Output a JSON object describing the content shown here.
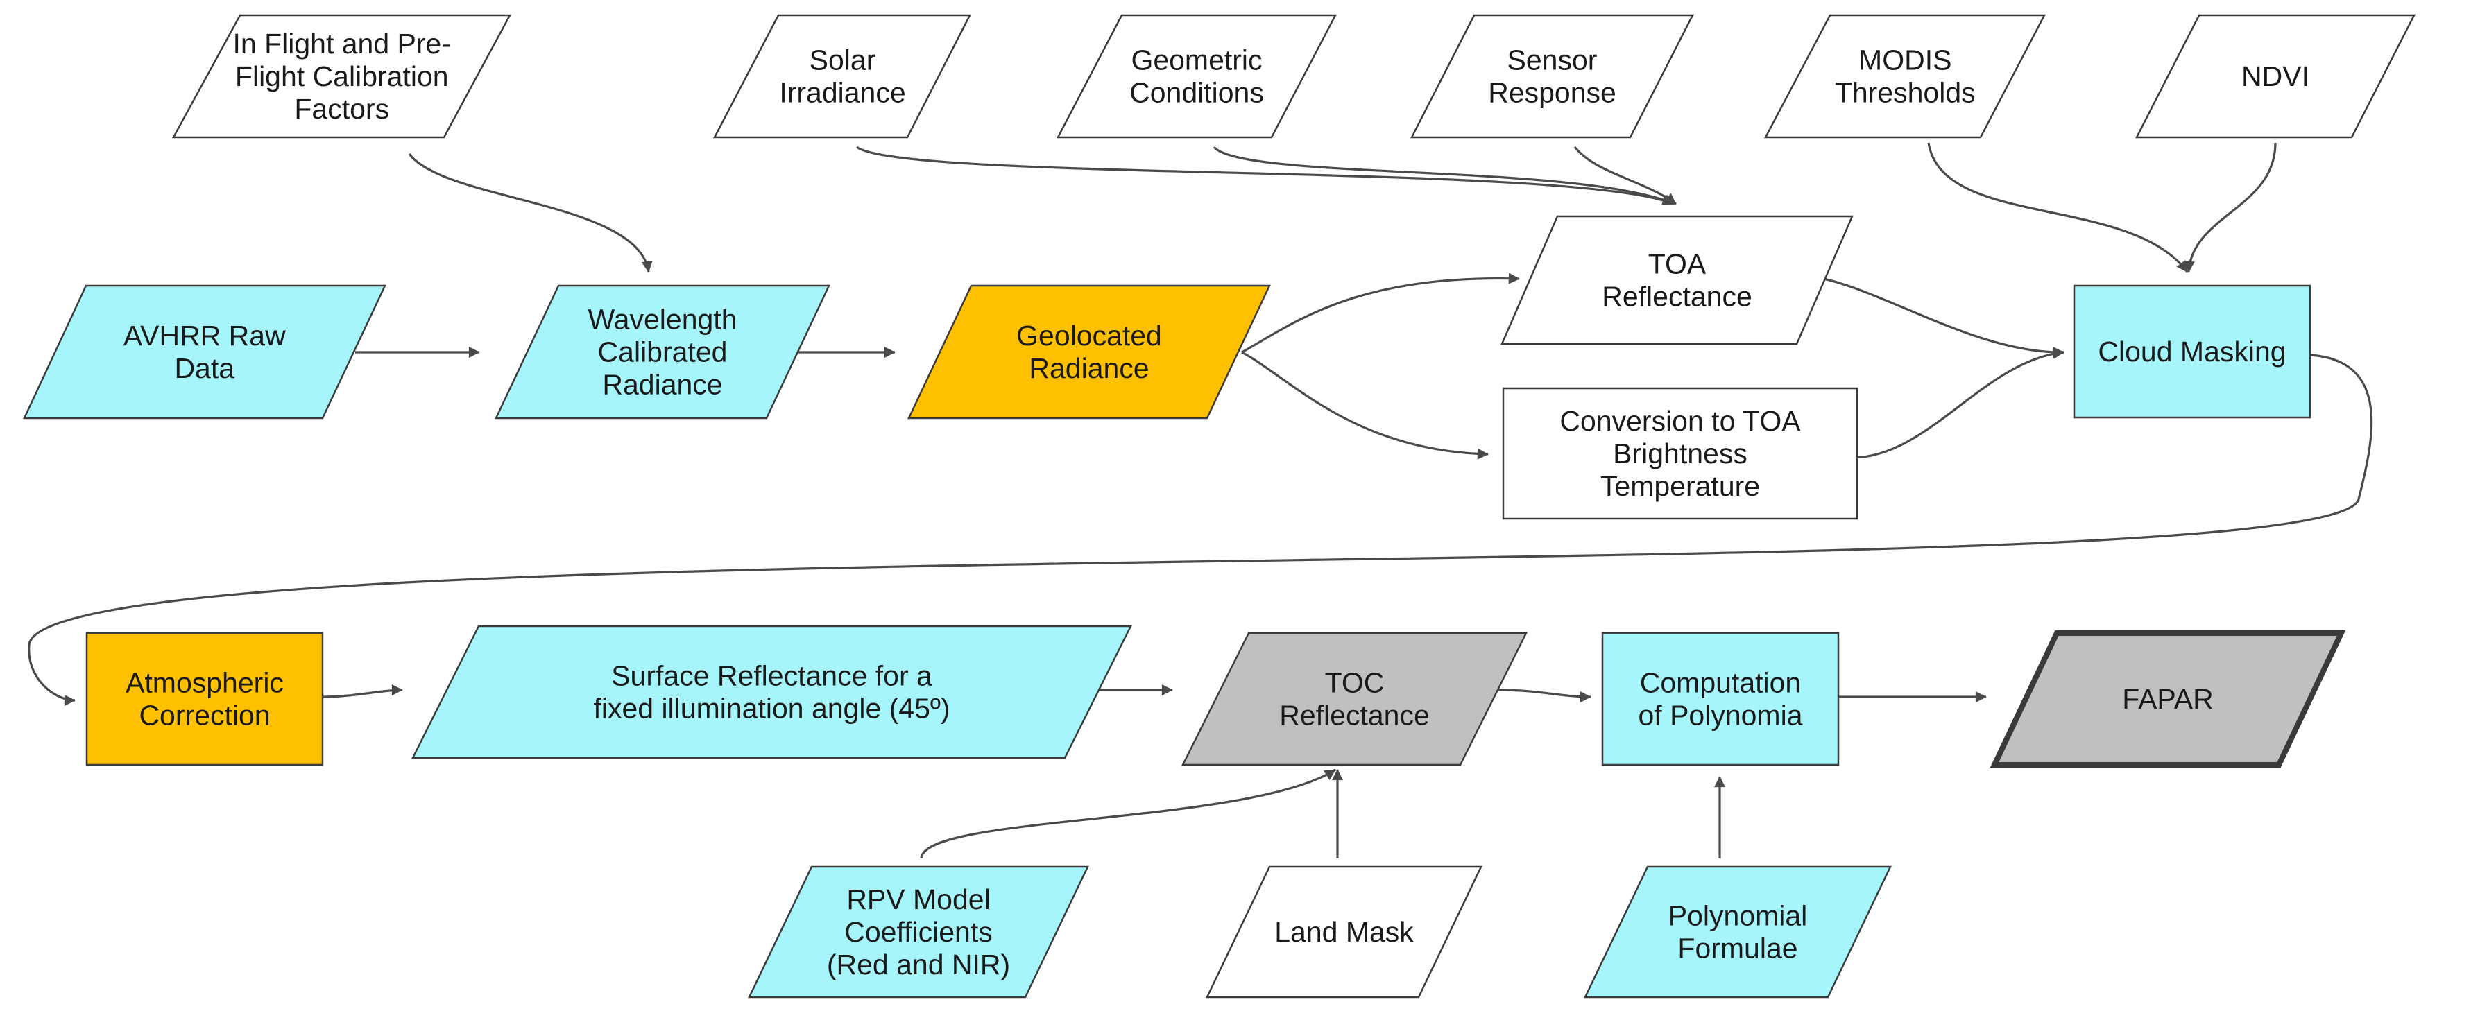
{
  "nodes": {
    "in_flight": {
      "lines": [
        "In Flight and Pre-",
        "Flight Calibration",
        "Factors"
      ],
      "fill": "#ffffff"
    },
    "solar": {
      "lines": [
        "Solar",
        "Irradiance"
      ],
      "fill": "#ffffff"
    },
    "geometric": {
      "lines": [
        "Geometric",
        "Conditions"
      ],
      "fill": "#ffffff"
    },
    "sensor": {
      "lines": [
        "Sensor",
        "Response"
      ],
      "fill": "#ffffff"
    },
    "modis": {
      "lines": [
        "MODIS",
        "Thresholds"
      ],
      "fill": "#ffffff"
    },
    "ndvi": {
      "lines": [
        "NDVI"
      ],
      "fill": "#ffffff"
    },
    "avhrr": {
      "lines": [
        "AVHRR Raw",
        "Data"
      ],
      "fill": "#a6f5fb"
    },
    "wavelength": {
      "lines": [
        "Wavelength",
        "Calibrated",
        "Radiance"
      ],
      "fill": "#a6f5fb"
    },
    "geolocated": {
      "lines": [
        "Geolocated",
        "Radiance"
      ],
      "fill": "#ffc000"
    },
    "toa_refl": {
      "lines": [
        "TOA",
        "Reflectance"
      ],
      "fill": "#ffffff"
    },
    "conversion": {
      "lines": [
        "Conversion to TOA",
        "Brightness",
        "Temperature"
      ],
      "fill": "#ffffff"
    },
    "cloud": {
      "lines": [
        "Cloud Masking"
      ],
      "fill": "#a6f5fb"
    },
    "atmospheric": {
      "lines": [
        "Atmospheric",
        "Correction"
      ],
      "fill": "#ffc000"
    },
    "surface": {
      "lines": [
        "Surface Reflectance for a",
        "fixed illumination angle (45º)"
      ],
      "fill": "#a6f5fb"
    },
    "toc": {
      "lines": [
        "TOC",
        "Reflectance"
      ],
      "fill": "#c0c0c0"
    },
    "polynomia": {
      "lines": [
        "Computation",
        "of Polynomia"
      ],
      "fill": "#a6f5fb"
    },
    "fapar": {
      "lines": [
        "FAPAR"
      ],
      "fill": "#c0c0c0"
    },
    "rpv": {
      "lines": [
        "RPV Model",
        "Coefficients",
        "(Red and NIR)"
      ],
      "fill": "#a6f5fb"
    },
    "land": {
      "lines": [
        "Land Mask"
      ],
      "fill": "#ffffff"
    },
    "formulae": {
      "lines": [
        "Polynomial",
        "Formulae"
      ],
      "fill": "#a6f5fb"
    }
  },
  "edges": [
    {
      "from": "in_flight",
      "to": "wavelength"
    },
    {
      "from": "solar",
      "to": "toa_refl"
    },
    {
      "from": "geometric",
      "to": "toa_refl"
    },
    {
      "from": "sensor",
      "to": "toa_refl"
    },
    {
      "from": "avhrr",
      "to": "wavelength"
    },
    {
      "from": "wavelength",
      "to": "geolocated"
    },
    {
      "from": "geolocated",
      "to": "toa_refl"
    },
    {
      "from": "geolocated",
      "to": "conversion"
    },
    {
      "from": "toa_refl",
      "to": "cloud"
    },
    {
      "from": "conversion",
      "to": "cloud"
    },
    {
      "from": "modis",
      "to": "cloud"
    },
    {
      "from": "ndvi",
      "to": "cloud"
    },
    {
      "from": "cloud",
      "to": "atmospheric"
    },
    {
      "from": "atmospheric",
      "to": "surface"
    },
    {
      "from": "surface",
      "to": "toc"
    },
    {
      "from": "toc",
      "to": "polynomia"
    },
    {
      "from": "polynomia",
      "to": "fapar"
    },
    {
      "from": "rpv",
      "to": "toc"
    },
    {
      "from": "land",
      "to": "toc"
    },
    {
      "from": "formulae",
      "to": "polynomia"
    }
  ],
  "colors": {
    "stroke": "#4a4a4a",
    "node_border": "#3a3a3a",
    "text": "#1a1a1a"
  }
}
